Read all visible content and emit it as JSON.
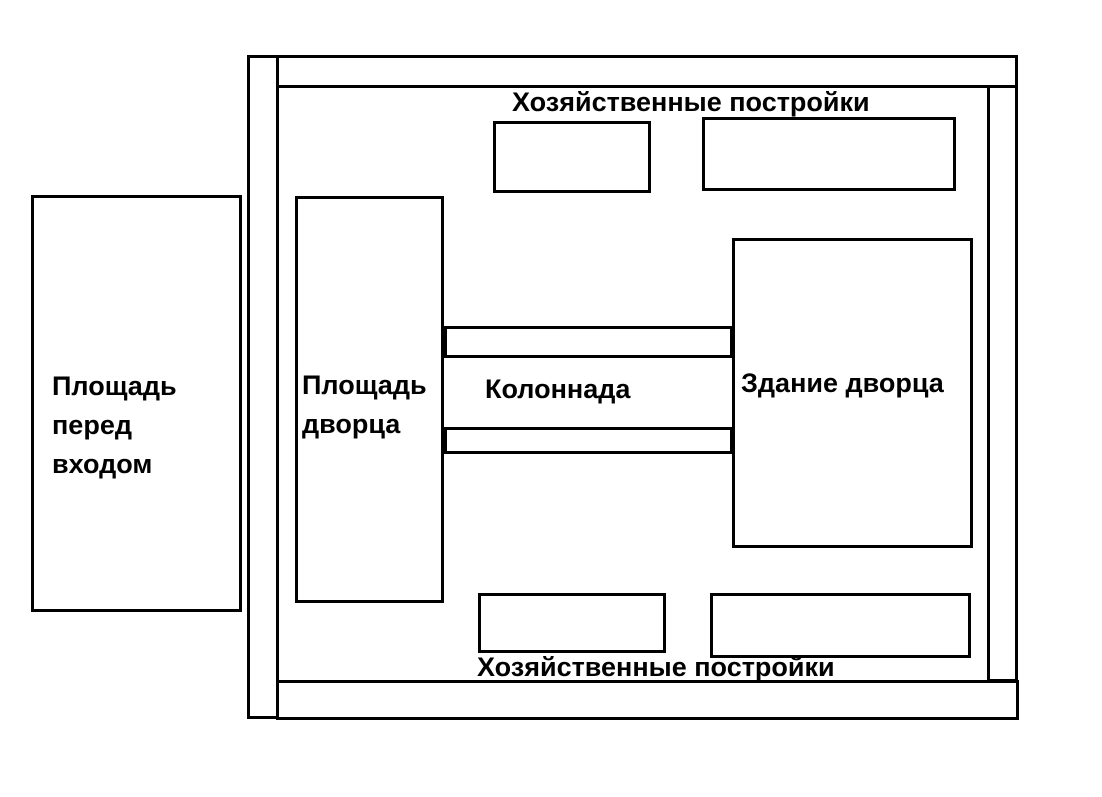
{
  "diagram": {
    "entrance_square": "Площадь\nперед\nвходом",
    "palace_square": "Площадь\nдворца",
    "colonnade": "Колоннада",
    "palace_building": "Здание дворца",
    "outbuildings_top": "Хозяйственные постройки",
    "outbuildings_bottom": "Хозяйственные постройки"
  }
}
